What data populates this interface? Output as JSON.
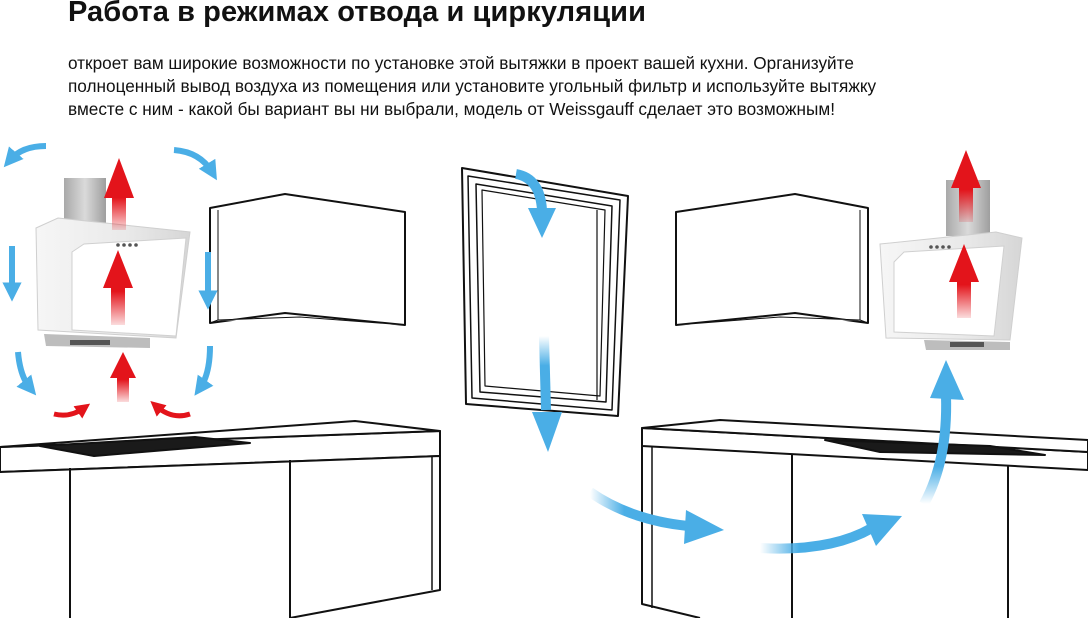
{
  "heading": {
    "title": "Работа в режимах отвода и циркуляции"
  },
  "description": {
    "lines": [
      "откроет вам широкие возможности по установке этой вытяжки в проект вашей кухни. Организуйте",
      "полноценный вывод воздуха из помещения или установите угольный фильтр и используйте вытяжку",
      "вместе с ним - какой бы вариант вы ни выбрали, модель от Weissgauff сделает это возможным!"
    ]
  },
  "illustration": {
    "colors": {
      "airflow_arrow": "#4aaee6",
      "exhaust_arrow": "#e3141b",
      "line": "#111111",
      "hood_glass": "#e8e8e8",
      "hob": "#1a1a1a"
    },
    "icons": [
      "cooker-hood-icon",
      "wall-cabinet-icon",
      "window-icon",
      "kitchen-counter-icon",
      "hob-icon"
    ]
  }
}
